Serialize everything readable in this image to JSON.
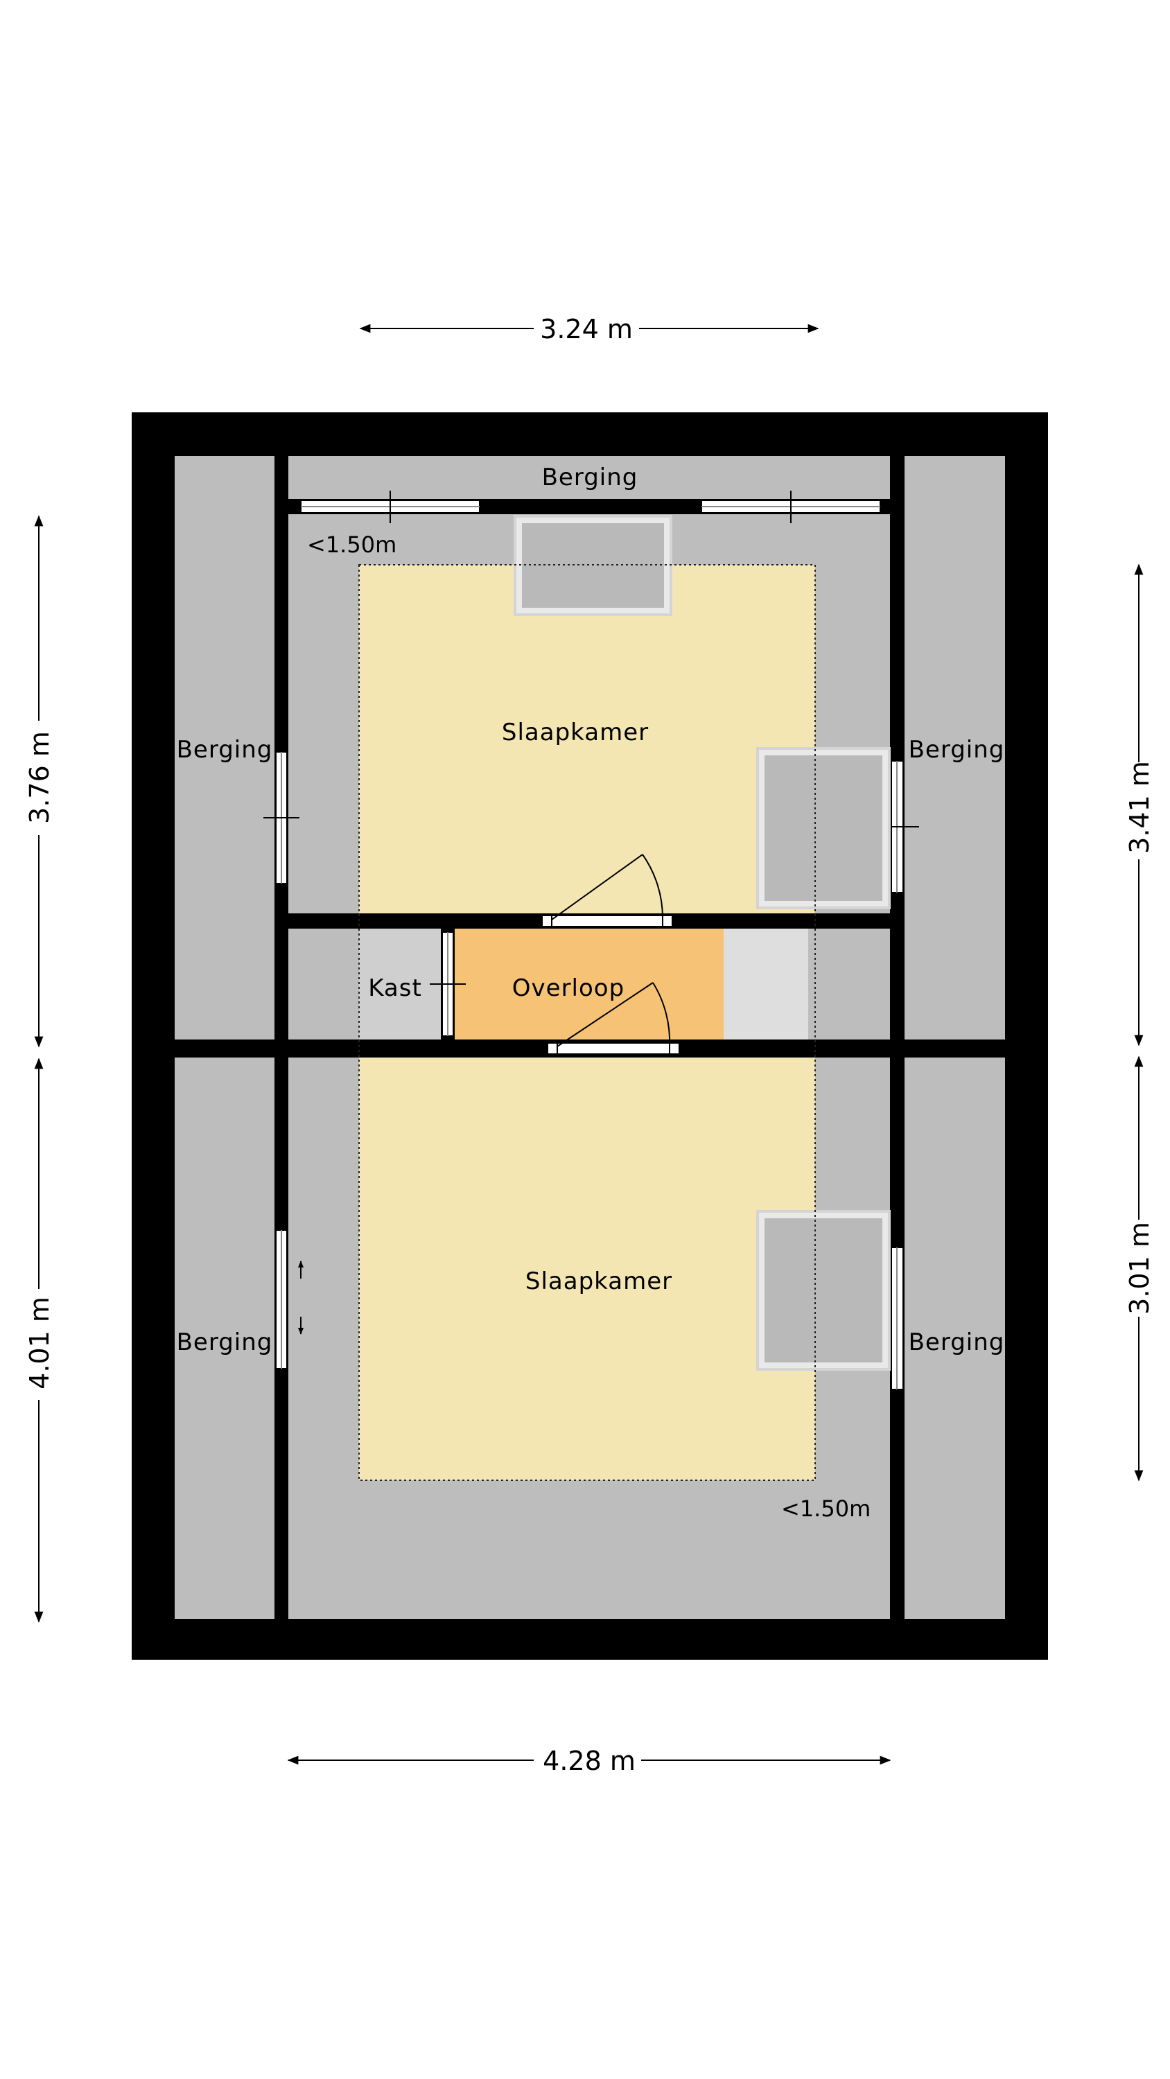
{
  "colors": {
    "wall": "#000000",
    "attic": "#bdbdbd",
    "bedroom": "#f3e6b3",
    "landing": "#f6c276",
    "closet": "#cfcfcf",
    "stair": "#dedede",
    "skylight": "#b9b9b9",
    "background": "#ffffff"
  },
  "icons": [
    "door-swing-icon",
    "window-icon",
    "skylight-icon",
    "dimension-arrow-icon",
    "stair-arrow-icon"
  ],
  "dimensions": {
    "top": "3.24 m",
    "bottom": "4.28 m",
    "left_upper": "3.76 m",
    "left_lower": "4.01 m",
    "right_upper": "3.41 m",
    "right_lower": "3.01 m"
  },
  "rooms": {
    "storage_top": "Berging",
    "storage_left_upper": "Berging",
    "storage_right_upper": "Berging",
    "storage_left_lower": "Berging",
    "storage_right_lower": "Berging",
    "bedroom_upper": "Slaapkamer",
    "bedroom_lower": "Slaapkamer",
    "closet": "Kast",
    "landing": "Overloop"
  },
  "notes": {
    "height_upper": "<1.50m",
    "height_lower": "<1.50m"
  }
}
